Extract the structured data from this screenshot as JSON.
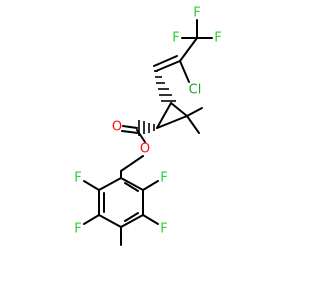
{
  "molecule": {
    "atom_labels": {
      "F1": "F",
      "F2": "F",
      "F3": "F",
      "Cl": "Cl",
      "O_carbonyl": "O",
      "O_ester": "O",
      "F_ring_upper_left": "F",
      "F_ring_upper_right": "F",
      "F_ring_lower_left": "F",
      "F_ring_lower_right": "F"
    },
    "colors": {
      "bond": "#000000",
      "fluorine": "#33cc33",
      "chlorine": "#1fa51f",
      "oxygen": "#ff0d0d"
    }
  }
}
